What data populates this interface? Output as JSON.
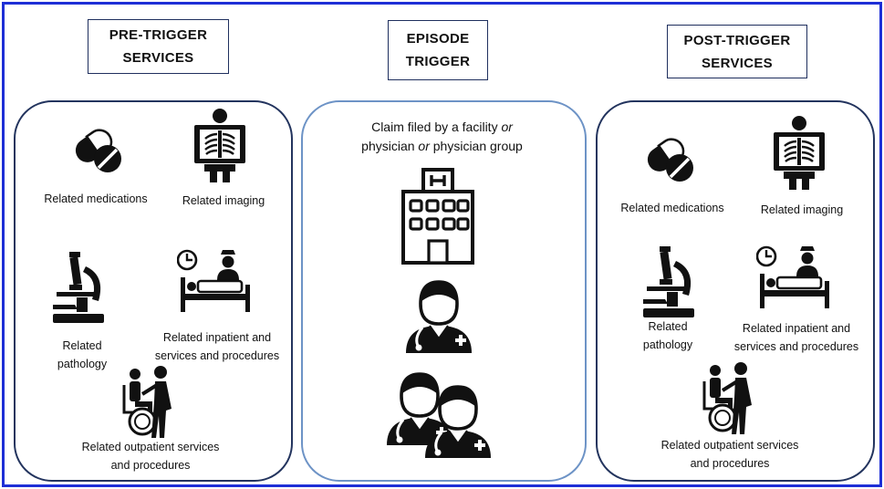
{
  "pre": {
    "title": "PRE-TRIGGER\nSERVICES",
    "medications": "Related medications",
    "imaging": "Related imaging",
    "pathology": "Related\npathology",
    "inpatient": "Related inpatient and\nservices and procedures",
    "outpatient": "Related outpatient services\nand procedures"
  },
  "episode": {
    "title": "EPISODE\nTRIGGER",
    "claim_part1": "Claim filed by a facility ",
    "claim_or1": "or",
    "claim_part2": "physician ",
    "claim_or2": "or",
    "claim_part3": " physician group"
  },
  "post": {
    "title": "POST-TRIGGER\nSERVICES",
    "medications": "Related medications",
    "imaging": "Related imaging",
    "pathology": "Related\npathology",
    "inpatient": "Related inpatient and\nservices and procedures",
    "outpatient": "Related outpatient services\nand procedures"
  },
  "colors": {
    "frame": "#1e2fd6",
    "panel_side": "#23345e",
    "panel_mid": "#6d93c6",
    "icon": "#111111"
  },
  "icons": [
    "pill-icon",
    "xray-icon",
    "microscope-icon",
    "hospital-bed-icon",
    "wheelchair-icon",
    "hospital-building-icon",
    "physician-icon",
    "physician-group-icon"
  ]
}
